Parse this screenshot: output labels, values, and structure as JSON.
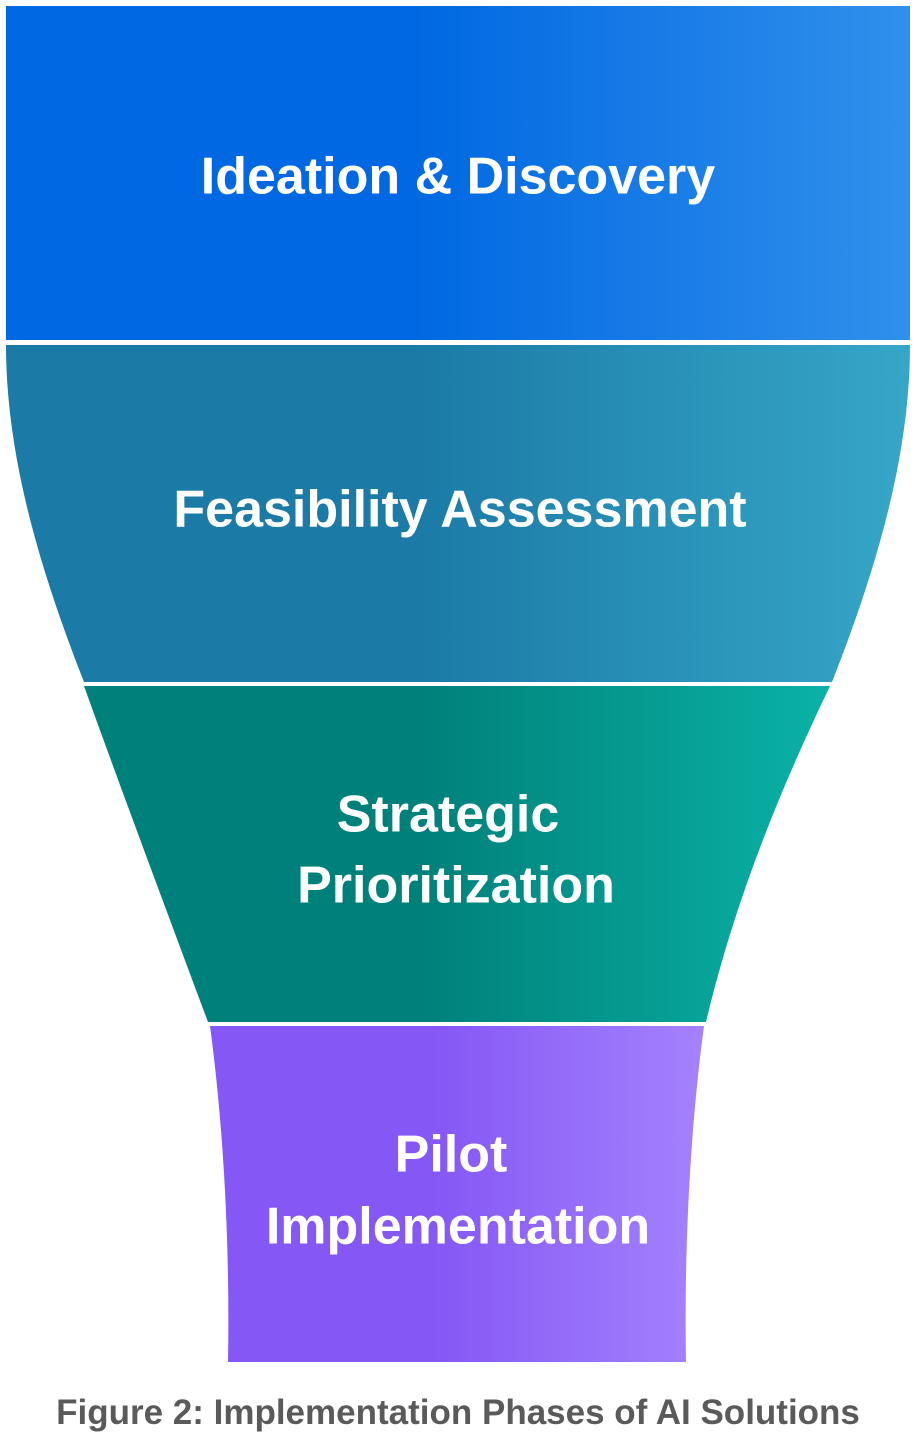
{
  "diagram": {
    "type": "funnel",
    "stages": [
      {
        "lines": [
          "Ideation & Discovery"
        ],
        "color_start": "#0068e2",
        "color_end": "#3090ec"
      },
      {
        "lines": [
          "Feasibility Assessment"
        ],
        "color_start": "#1b7aa6",
        "color_end": "#36a6c7"
      },
      {
        "lines": [
          "Strategic",
          "Prioritization"
        ],
        "color_start": "#00807a",
        "color_end": "#0ab2a6"
      },
      {
        "lines": [
          "Pilot",
          "Implementation"
        ],
        "color_start": "#8557f5",
        "color_end": "#a482fd"
      }
    ],
    "divider_color": "#ffffff"
  },
  "caption": "Figure 2: Implementation Phases of AI Solutions"
}
